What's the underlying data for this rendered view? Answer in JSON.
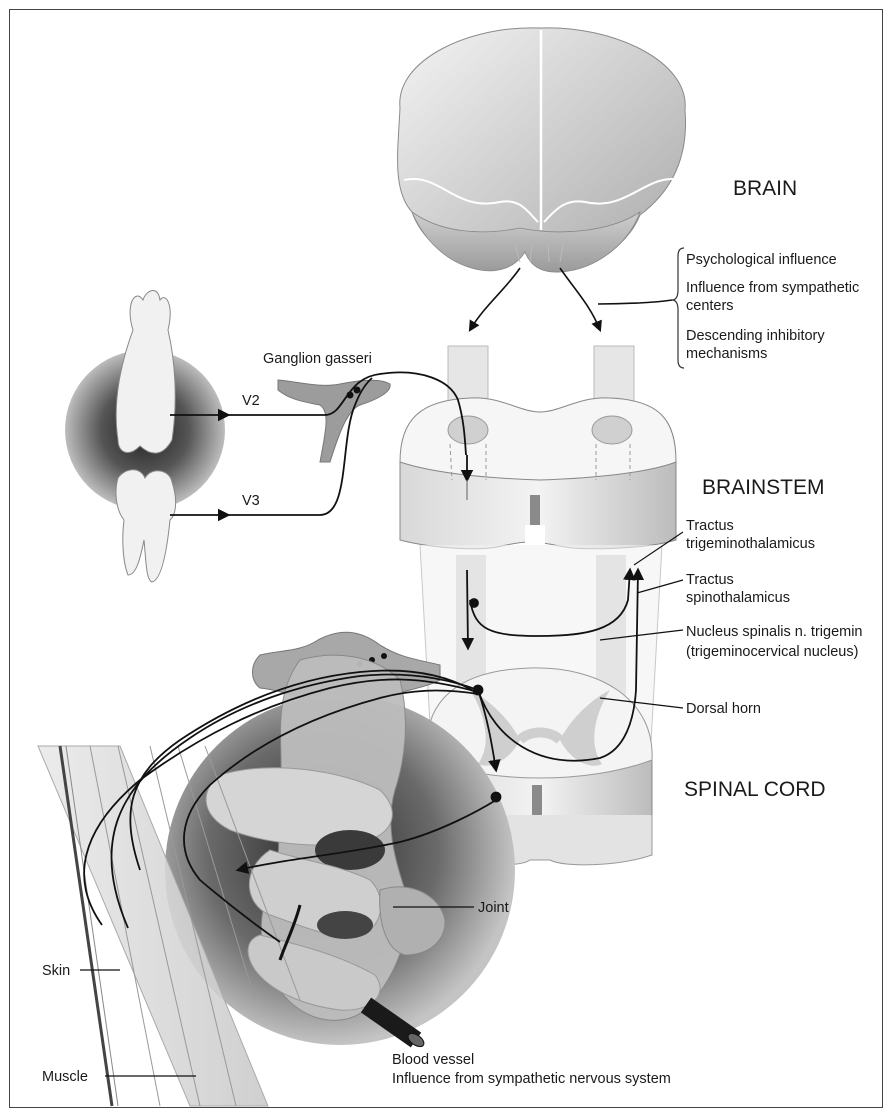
{
  "labels": {
    "brain": "BRAIN",
    "brainstem": "BRAINSTEM",
    "spinal_cord": "SPINAL CORD",
    "ganglion": "Ganglion gasseri",
    "v2": "V2",
    "v3": "V3",
    "influences": [
      "Psychological influence",
      "Influence from sympathetic",
      "centers",
      "Descending inhibitory",
      "mechanisms"
    ],
    "tractus_trig": [
      "Tractus",
      "trigeminothalamicus"
    ],
    "tractus_spino": [
      "Tractus",
      "spinothalamicus"
    ],
    "nucleus": [
      "Nucleus spinalis n. trigemin",
      "(trigeminocervical nucleus)"
    ],
    "dorsal_horn": "Dorsal horn",
    "joint": "Joint",
    "skin": "Skin",
    "muscle": "Muscle",
    "blood_vessel": "Blood vessel",
    "sympathetic": "Influence from sympathetic nervous system"
  },
  "colors": {
    "line": "#111111",
    "tissue_light": "#ececec",
    "tissue_mid": "#c8c8c8",
    "tissue_dark": "#8a8a8a"
  }
}
